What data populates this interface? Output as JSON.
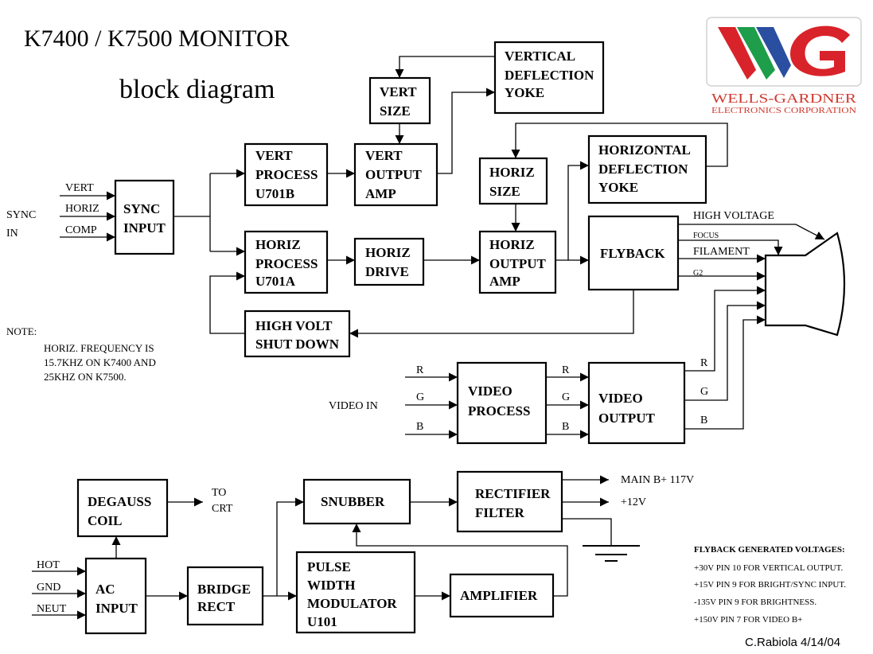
{
  "title": "K7400 / K7500 MONITOR",
  "subtitle": "block diagram",
  "logo": {
    "name": "WELLS-GARDNER",
    "sub": "ELECTRONICS CORPORATION",
    "colors": {
      "red": "#d9232a",
      "green": "#1e9e4a",
      "blue": "#2a4ea0"
    }
  },
  "blocks": {
    "sync_input": [
      "SYNC",
      "INPUT"
    ],
    "vert_process": [
      "VERT",
      "PROCESS",
      "U701B"
    ],
    "vert_size": [
      "VERT",
      "SIZE"
    ],
    "vert_output_amp": [
      "VERT",
      "OUTPUT",
      "AMP"
    ],
    "vertical_deflection_yoke": [
      "VERTICAL",
      "DEFLECTION",
      "YOKE"
    ],
    "horiz_size": [
      "HORIZ",
      "SIZE"
    ],
    "horizontal_deflection_yoke": [
      "HORIZONTAL",
      "DEFLECTION",
      "YOKE"
    ],
    "horiz_process": [
      "HORIZ",
      "PROCESS",
      "U701A"
    ],
    "horiz_drive": [
      "HORIZ",
      "DRIVE"
    ],
    "horiz_output_amp": [
      "HORIZ",
      "OUTPUT",
      "AMP"
    ],
    "flyback": [
      "FLYBACK"
    ],
    "high_volt_shutdown": [
      "HIGH VOLT",
      "SHUT DOWN"
    ],
    "video_process": [
      "VIDEO",
      "PROCESS"
    ],
    "video_output": [
      "VIDEO",
      "OUTPUT"
    ],
    "degauss_coil": [
      "DEGAUSS",
      "COIL"
    ],
    "snubber": [
      "SNUBBER"
    ],
    "rectifier_filter": [
      "RECTIFIER",
      "FILTER"
    ],
    "ac_input": [
      "AC",
      "INPUT"
    ],
    "bridge_rect": [
      "BRIDGE",
      "RECT"
    ],
    "pwm": [
      "PULSE",
      "WIDTH",
      "MODULATOR",
      "U101"
    ],
    "amplifier": [
      "AMPLIFIER"
    ]
  },
  "labels": {
    "sync_in": [
      "SYNC",
      "IN"
    ],
    "vert": "VERT",
    "horiz": "HORIZ",
    "comp": "COMP",
    "high_voltage": "HIGH VOLTAGE",
    "focus": "FOCUS",
    "filament": "FILAMENT",
    "g2": "G2",
    "video_in": "VIDEO IN",
    "r": "R",
    "g": "G",
    "b": "B",
    "to_crt": [
      "TO",
      "CRT"
    ],
    "main_b": "MAIN B+ 117V",
    "plus12": "+12V",
    "hot": "HOT",
    "gnd": "GND",
    "neut": "NEUT"
  },
  "note": {
    "heading": "NOTE:",
    "lines": [
      "HORIZ. FREQUENCY IS",
      "15.7KHZ ON K7400 AND",
      "25KHZ ON K7500."
    ]
  },
  "flyback_voltages": {
    "heading": "FLYBACK GENERATED VOLTAGES:",
    "lines": [
      "+30V PIN 10 FOR VERTICAL OUTPUT.",
      "+15V PIN 9 FOR BRIGHT/SYNC INPUT.",
      "-135V PIN 9 FOR BRIGHTNESS.",
      "+150V PIN 7 FOR VIDEO B+"
    ]
  },
  "credit": "C.Rabiola 4/14/04"
}
